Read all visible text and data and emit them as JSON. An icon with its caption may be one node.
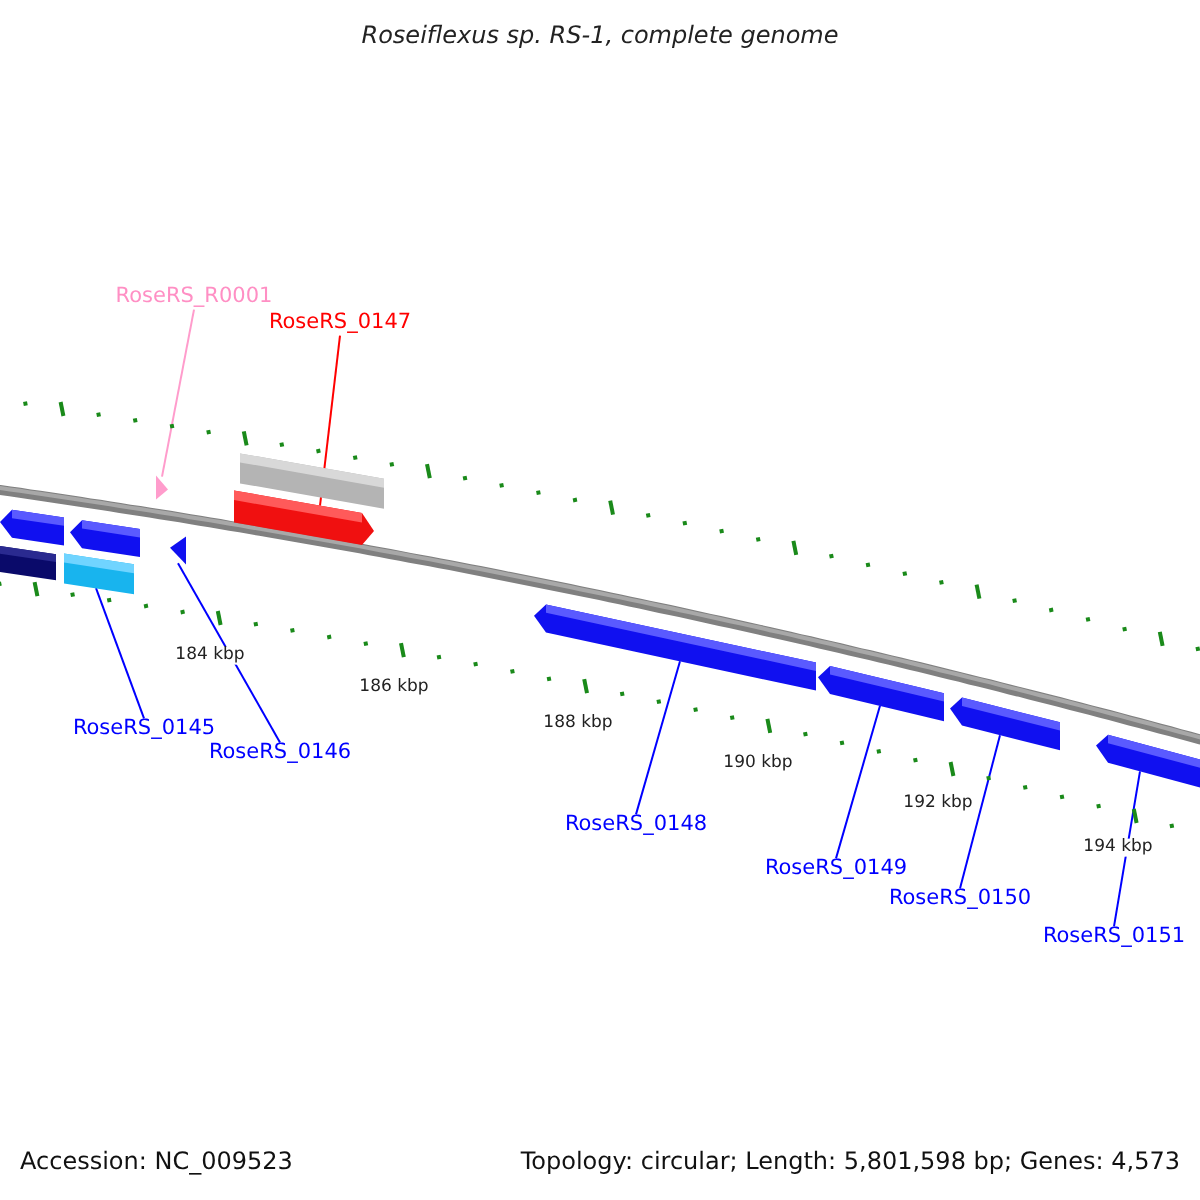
{
  "diagram": {
    "title": "Roseiflexus sp. RS-1, complete genome",
    "nodes": [
      {
        "text": [
          "RoseRS_R0001"
        ]
      },
      {
        "text": [
          "RoseRS_0147"
        ]
      },
      {
        "text": [
          "RoseRS_0145"
        ]
      },
      {
        "text": [
          "RoseRS_0146"
        ]
      },
      {
        "text": [
          "RoseRS_0148"
        ]
      },
      {
        "text": [
          "RoseRS_0149"
        ]
      },
      {
        "text": [
          "RoseRS_0150"
        ]
      },
      {
        "text": [
          "RoseRS_0151"
        ]
      },
      {
        "text": [],
        "shape": "bar"
      },
      {
        "text": [],
        "shape": "bar"
      },
      {
        "text": [],
        "shape": "bar"
      },
      {
        "text": [],
        "shape": "bar"
      },
      {
        "text": [],
        "shape": "triangle"
      },
      {
        "text": [],
        "shape": "triangle"
      },
      {
        "text": [],
        "shape": "bar"
      },
      {
        "text": [],
        "shape": "bar"
      },
      {
        "text": [],
        "shape": "bar"
      },
      {
        "text": [],
        "shape": "bar"
      },
      {
        "text": [],
        "shape": "bar"
      },
      {
        "text": [],
        "shape": "bar"
      }
    ],
    "edges": [
      {
        "from": 0,
        "to": 12,
        "arrow": "none",
        "color": "#ff9ccc"
      },
      {
        "from": 1,
        "to": 14,
        "arrow": "none",
        "color": "#ff0000"
      },
      {
        "from": 2,
        "to": 10,
        "arrow": "none"
      },
      {
        "from": 3,
        "to": 13,
        "arrow": "none"
      },
      {
        "from": 4,
        "to": 16,
        "arrow": "none"
      },
      {
        "from": 5,
        "to": 17,
        "arrow": "none"
      },
      {
        "from": 6,
        "to": 18,
        "arrow": "none"
      },
      {
        "from": 7,
        "to": 19,
        "arrow": "none"
      }
    ],
    "labels": [
      "184 kbp",
      "186 kbp",
      "188 kbp",
      "190 kbp",
      "192 kbp",
      "194 kbp",
      "Accession: NC_009523",
      "Topology: circular; Length: 5,801,598 bp; Genes: 4,573"
    ]
  }
}
